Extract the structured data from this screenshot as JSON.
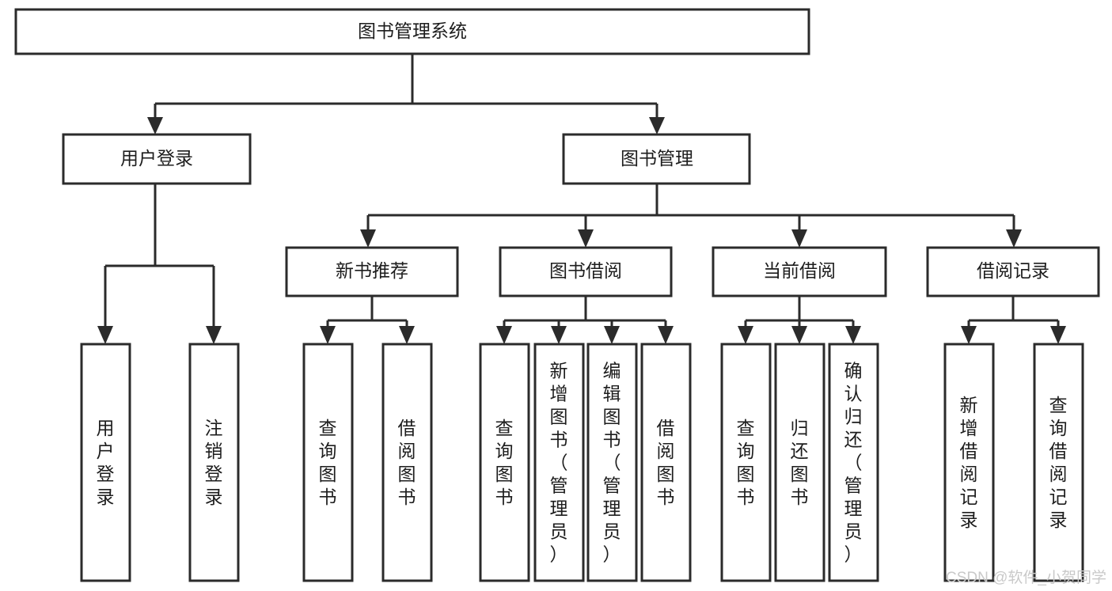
{
  "diagram": {
    "type": "hierarchy-tree",
    "title": "图书管理系统",
    "levels": 4,
    "root": {
      "id": "root",
      "label": "图书管理系统"
    },
    "level2": [
      {
        "id": "user-login",
        "label": "用户登录"
      },
      {
        "id": "book-management",
        "label": "图书管理"
      }
    ],
    "level3": [
      {
        "id": "new-book-recommend",
        "label": "新书推荐",
        "parent": "book-management"
      },
      {
        "id": "book-borrow",
        "label": "图书借阅",
        "parent": "book-management"
      },
      {
        "id": "current-borrow",
        "label": "当前借阅",
        "parent": "book-management"
      },
      {
        "id": "borrow-record",
        "label": "借阅记录",
        "parent": "book-management"
      }
    ],
    "leaves": {
      "user-login": [
        {
          "id": "leaf-user-login",
          "label": "用户登录"
        },
        {
          "id": "leaf-user-logout",
          "label": "注销登录"
        }
      ],
      "new-book-recommend": [
        {
          "id": "leaf-query-book-1",
          "label": "查询图书"
        },
        {
          "id": "leaf-borrow-book-1",
          "label": "借阅图书"
        }
      ],
      "book-borrow": [
        {
          "id": "leaf-query-book-2",
          "label": "查询图书"
        },
        {
          "id": "leaf-add-book",
          "label": "新增图书（管理员）"
        },
        {
          "id": "leaf-edit-book",
          "label": "编辑图书（管理员）"
        },
        {
          "id": "leaf-borrow-book-2",
          "label": "借阅图书"
        }
      ],
      "current-borrow": [
        {
          "id": "leaf-query-book-3",
          "label": "查询图书"
        },
        {
          "id": "leaf-return-book",
          "label": "归还图书"
        },
        {
          "id": "leaf-confirm-return",
          "label": "确认归还（管理员）"
        }
      ],
      "borrow-record": [
        {
          "id": "leaf-add-record",
          "label": "新增借阅记录"
        },
        {
          "id": "leaf-query-record",
          "label": "查询借阅记录"
        }
      ]
    },
    "colors": {
      "stroke": "#2b2b2b",
      "fill": "#ffffff",
      "text": "#1d1d1d",
      "watermark": "#c9c9c9",
      "background": "#ffffff"
    }
  },
  "watermark": {
    "label": "CSDN @软件_小贺同学"
  }
}
